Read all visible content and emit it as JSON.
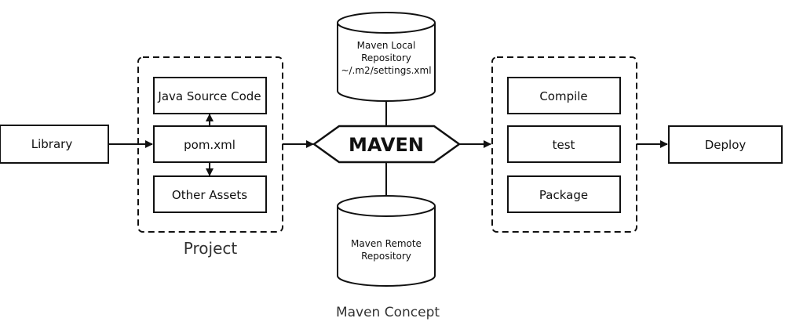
{
  "diagram": {
    "library_label": "Library",
    "project_group": {
      "caption": "Project",
      "items": [
        "Java Source Code",
        "pom.xml",
        "Other Assets"
      ]
    },
    "center_label": "MAVEN",
    "local_repository": {
      "lines": [
        "Maven Local",
        "Repository",
        "~/.m2/settings.xml"
      ]
    },
    "remote_repository": {
      "lines": [
        "Maven Remote",
        "Repository"
      ]
    },
    "lifecycle_group": {
      "items": [
        "Compile",
        "test",
        "Package"
      ]
    },
    "deploy_label": "Deploy",
    "footer_caption": "Maven Concept"
  }
}
